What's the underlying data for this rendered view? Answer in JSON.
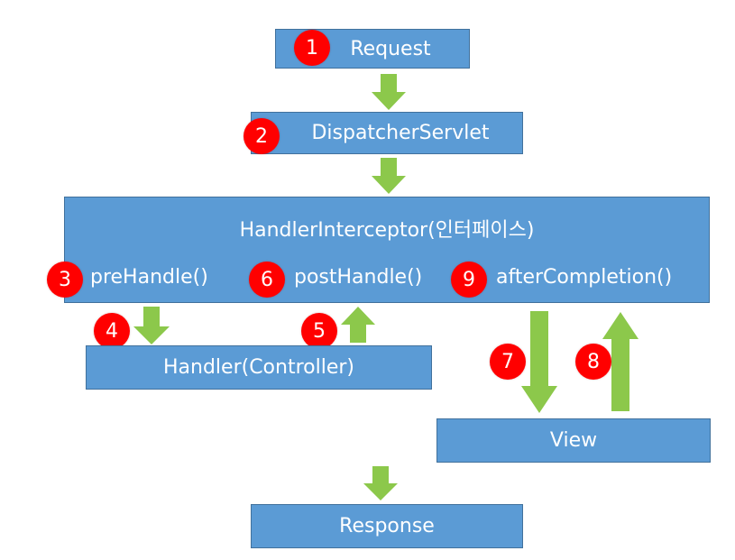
{
  "nodes": {
    "request": {
      "label": "Request",
      "step": "1"
    },
    "dispatcher": {
      "label": "DispatcherServlet",
      "step": "2"
    },
    "interceptor": {
      "label": "HandlerInterceptor(인터페이스)"
    },
    "handler": {
      "label": "Handler(Controller)"
    },
    "view": {
      "label": "View"
    },
    "response": {
      "label": "Response"
    }
  },
  "methods": {
    "pre_handle": {
      "label": "preHandle()",
      "step": "3"
    },
    "post_handle": {
      "label": "postHandle()",
      "step": "6"
    },
    "after_completion": {
      "label": "afterCompletion()",
      "step": "9"
    }
  },
  "flow_steps": {
    "to_handler": "4",
    "from_handler": "5",
    "to_view": "7",
    "from_view": "8"
  },
  "colors": {
    "box_fill": "#5b9bd5",
    "box_border": "#41719c",
    "arrow": "#8cc84b",
    "badge": "#ff0000",
    "text": "#ffffff"
  }
}
